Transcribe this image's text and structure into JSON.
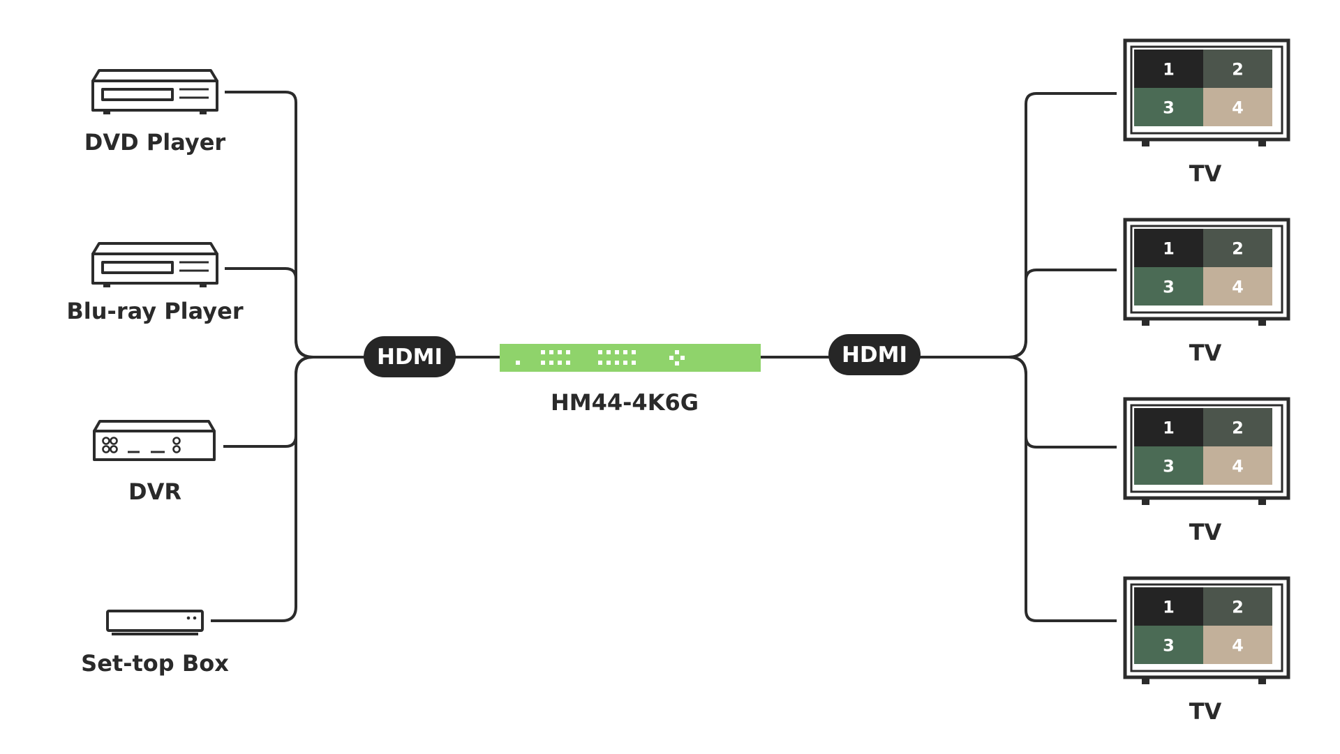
{
  "sources": [
    {
      "label": "DVD Player",
      "icon": "dvd-player-icon"
    },
    {
      "label": "Blu-ray Player",
      "icon": "bluray-player-icon"
    },
    {
      "label": "DVR",
      "icon": "dvr-icon"
    },
    {
      "label": "Set-top Box",
      "icon": "set-top-box-icon"
    }
  ],
  "input_connector": {
    "label": "HDMI"
  },
  "switch": {
    "model": "HM44-4K6G",
    "color": "#8fd36b"
  },
  "output_connector": {
    "label": "HDMI"
  },
  "displays": [
    {
      "label": "TV",
      "quadrants": [
        "1",
        "2",
        "3",
        "4"
      ]
    },
    {
      "label": "TV",
      "quadrants": [
        "1",
        "2",
        "3",
        "4"
      ]
    },
    {
      "label": "TV",
      "quadrants": [
        "1",
        "2",
        "3",
        "4"
      ]
    },
    {
      "label": "TV",
      "quadrants": [
        "1",
        "2",
        "3",
        "4"
      ]
    }
  ],
  "colors": {
    "line": "#2b2b2b",
    "pill": "#262626",
    "quad1": "#242424",
    "quad2": "#4c554c",
    "quad3": "#4b6b55",
    "quad4": "#c2b09a"
  }
}
